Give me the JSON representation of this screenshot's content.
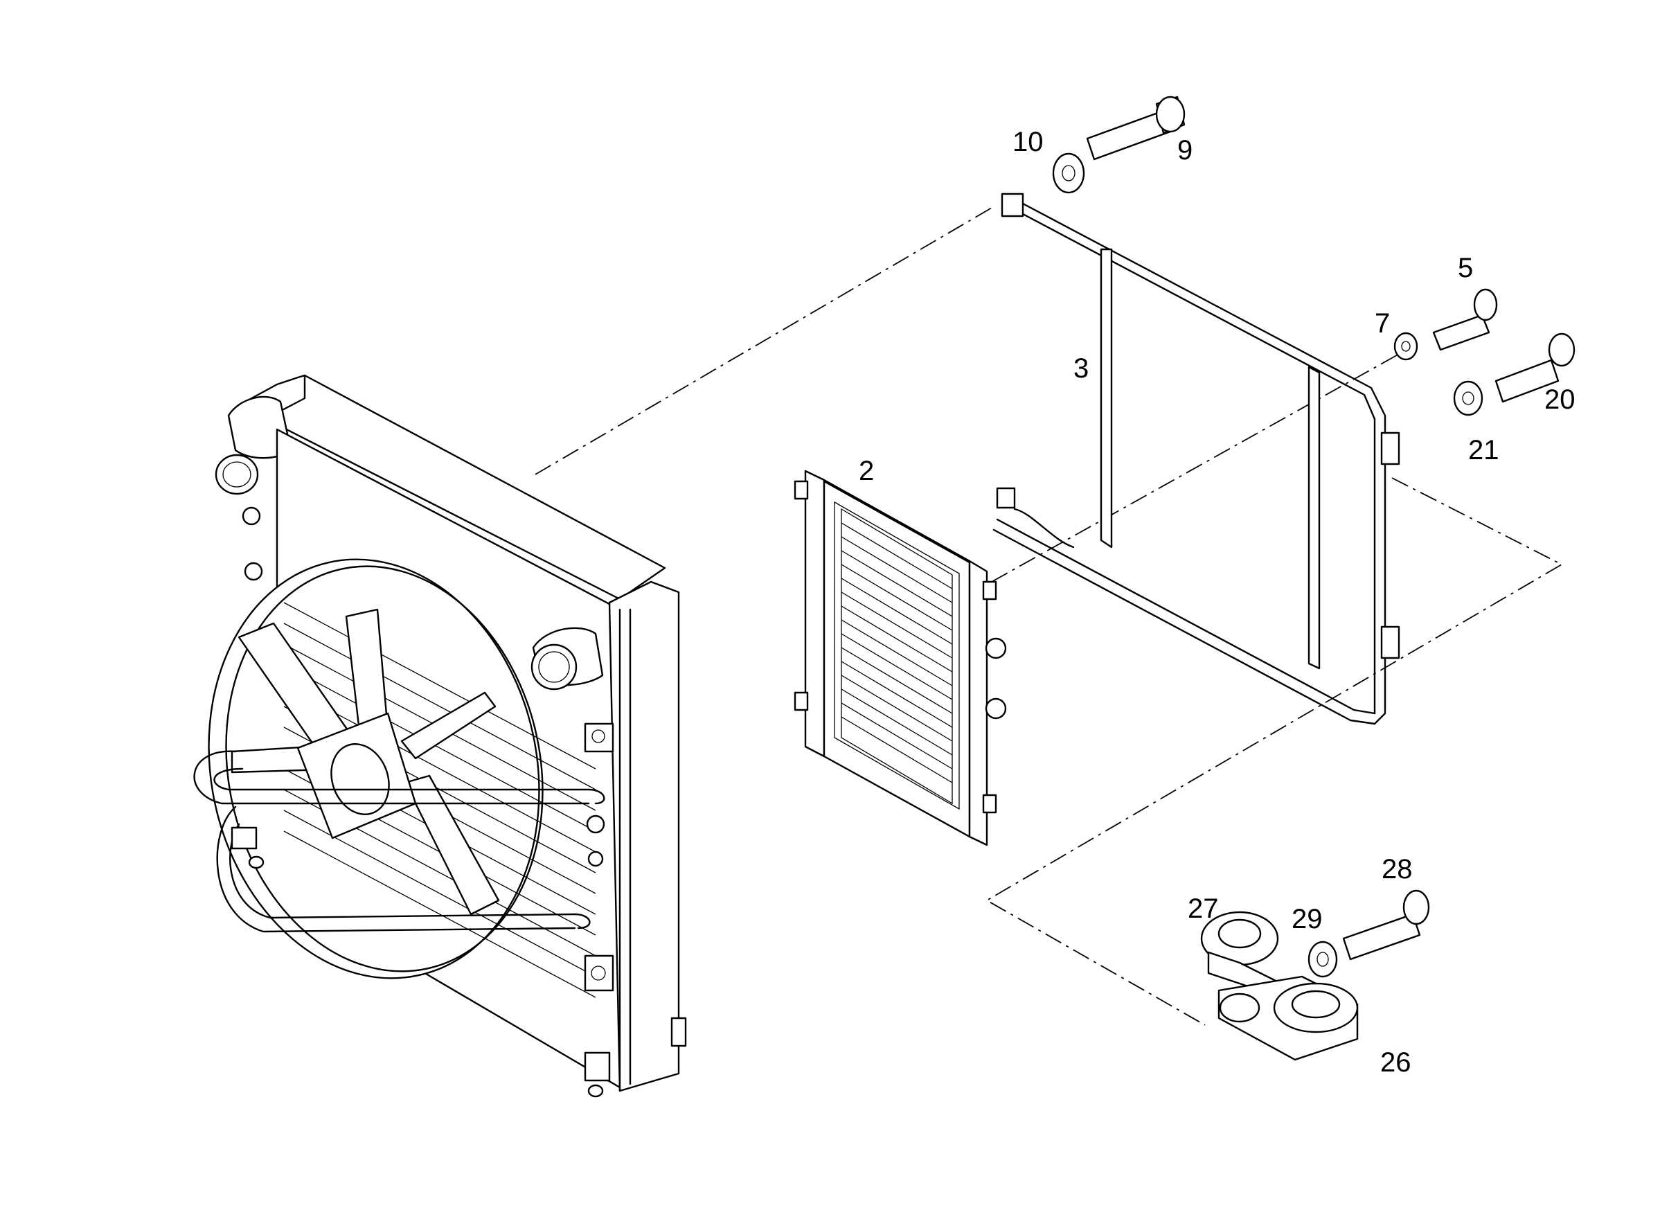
{
  "diagram": {
    "callouts": [
      {
        "id": "p2",
        "label": "2"
      },
      {
        "id": "p3",
        "label": "3"
      },
      {
        "id": "p5",
        "label": "5"
      },
      {
        "id": "p7",
        "label": "7"
      },
      {
        "id": "p9",
        "label": "9"
      },
      {
        "id": "p10",
        "label": "10"
      },
      {
        "id": "p20",
        "label": "20"
      },
      {
        "id": "p21",
        "label": "21"
      },
      {
        "id": "p26",
        "label": "26"
      },
      {
        "id": "p27",
        "label": "27"
      },
      {
        "id": "p28",
        "label": "28"
      },
      {
        "id": "p29",
        "label": "29"
      }
    ]
  }
}
